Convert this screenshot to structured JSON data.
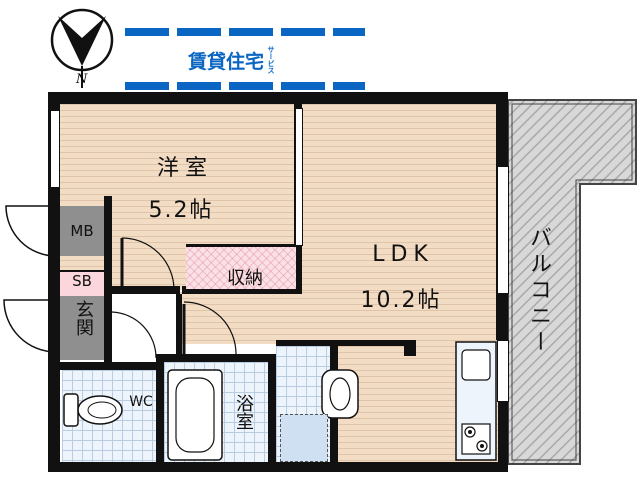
{
  "logo": {
    "text": "賃貸住宅",
    "small": "サービス",
    "brand_color": "#0a66c2"
  },
  "compass": {
    "north_label": "N"
  },
  "rooms": {
    "western_room": {
      "name": "洋室",
      "size": "5.2帖"
    },
    "ldk": {
      "name": "LDK",
      "size": "10.2帖"
    },
    "storage": {
      "label": "収納"
    },
    "mb": {
      "label": "MB"
    },
    "sb": {
      "label": "SB"
    },
    "entrance": {
      "label": "玄関"
    },
    "wc": {
      "label": "WC"
    },
    "bath": {
      "label": "浴室"
    },
    "balcony": {
      "label": "バルコニー"
    }
  }
}
